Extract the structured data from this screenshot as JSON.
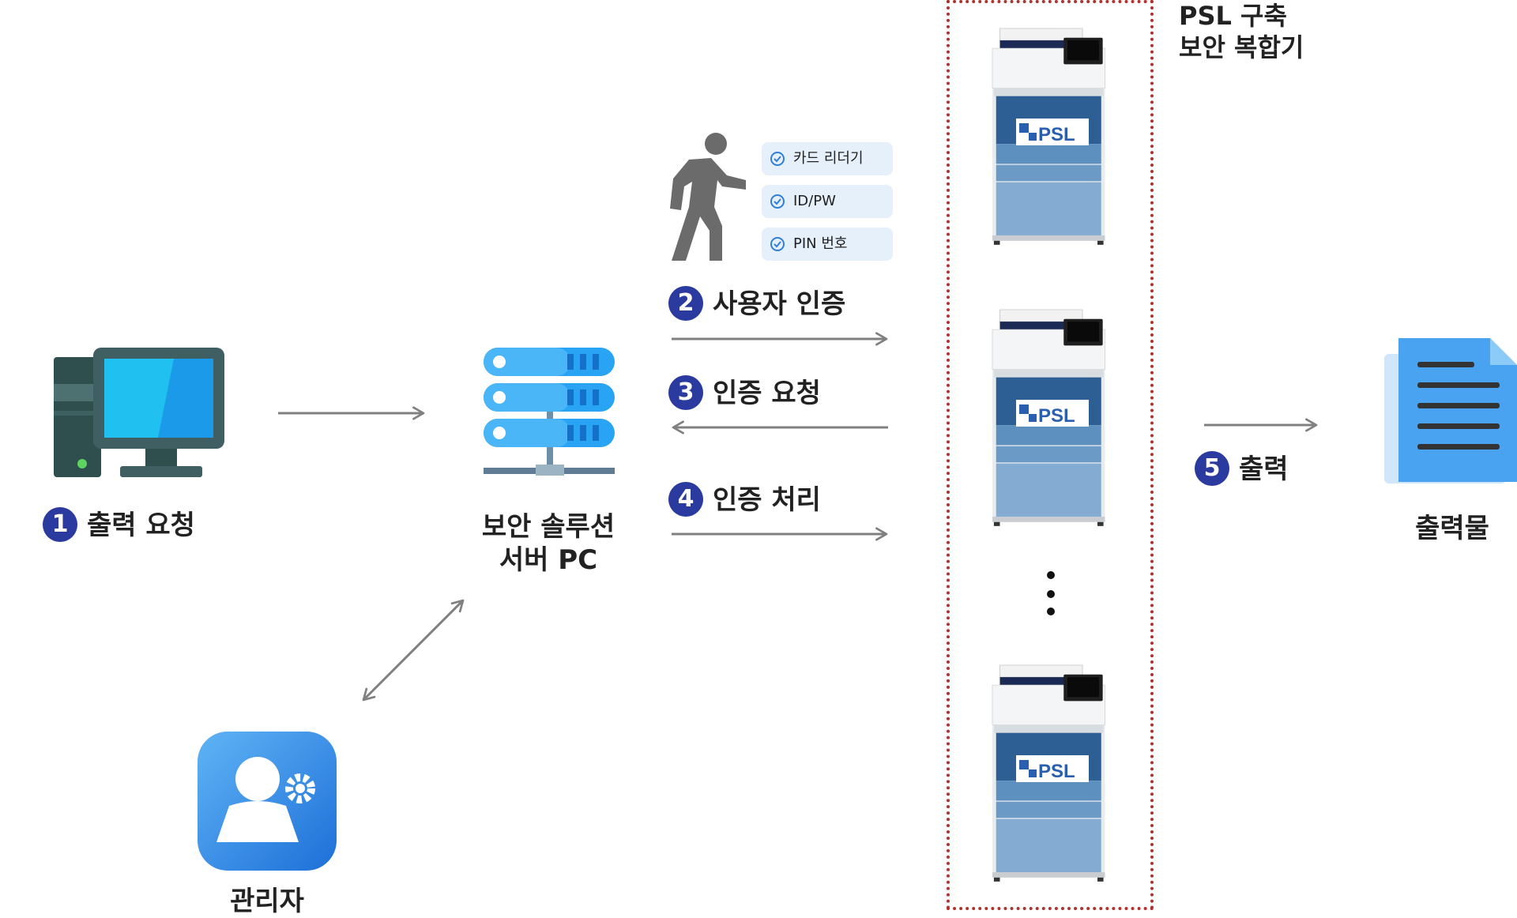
{
  "nodes": {
    "pc": {
      "step": "1",
      "label": "출력 요청"
    },
    "server": {
      "label_line1": "보안 솔루션",
      "label_line2": "서버 PC"
    },
    "admin": {
      "label": "관리자"
    },
    "zone": {
      "line1": "PSL 구축",
      "line2": "보안 복합기"
    },
    "output": {
      "label": "출력물"
    },
    "printer_logo": "PSL"
  },
  "auth_methods": [
    {
      "label": "카드 리더기"
    },
    {
      "label": "ID/PW"
    },
    {
      "label": "PIN 번호"
    }
  ],
  "steps": [
    {
      "num": "2",
      "label": "사용자 인증"
    },
    {
      "num": "3",
      "label": "인증 요청"
    },
    {
      "num": "4",
      "label": "인증 처리"
    },
    {
      "num": "5",
      "label": "출력"
    }
  ],
  "colors": {
    "badge": "#2b3a9e",
    "arrow": "#808080",
    "zone_border": "#b0322e",
    "server_blue": "#3aa0f0",
    "printer_body": "#5d8fbf",
    "admin_bg": "#2a86e6",
    "doc_blue": "#4aa3f0"
  },
  "icons": {
    "pc": "desktop-computer-icon",
    "server": "server-rack-icon",
    "walker": "walking-person-icon",
    "admin": "admin-user-gear-icon",
    "printer": "multifunction-printer-icon",
    "document": "document-icon",
    "check": "check-circle-icon"
  }
}
